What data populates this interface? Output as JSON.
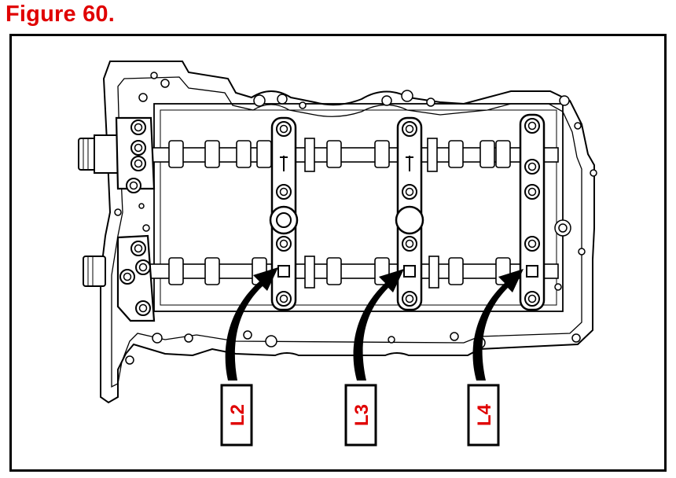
{
  "figure": {
    "title": "Figure 60.",
    "title_color": "#e00000"
  },
  "diagram": {
    "subject": "cylinder head with camshafts and bearing caps",
    "callouts": [
      {
        "label": "L2"
      },
      {
        "label": "L3"
      },
      {
        "label": "L4"
      }
    ],
    "label_color": "#e00000",
    "line_color": "#000000"
  }
}
